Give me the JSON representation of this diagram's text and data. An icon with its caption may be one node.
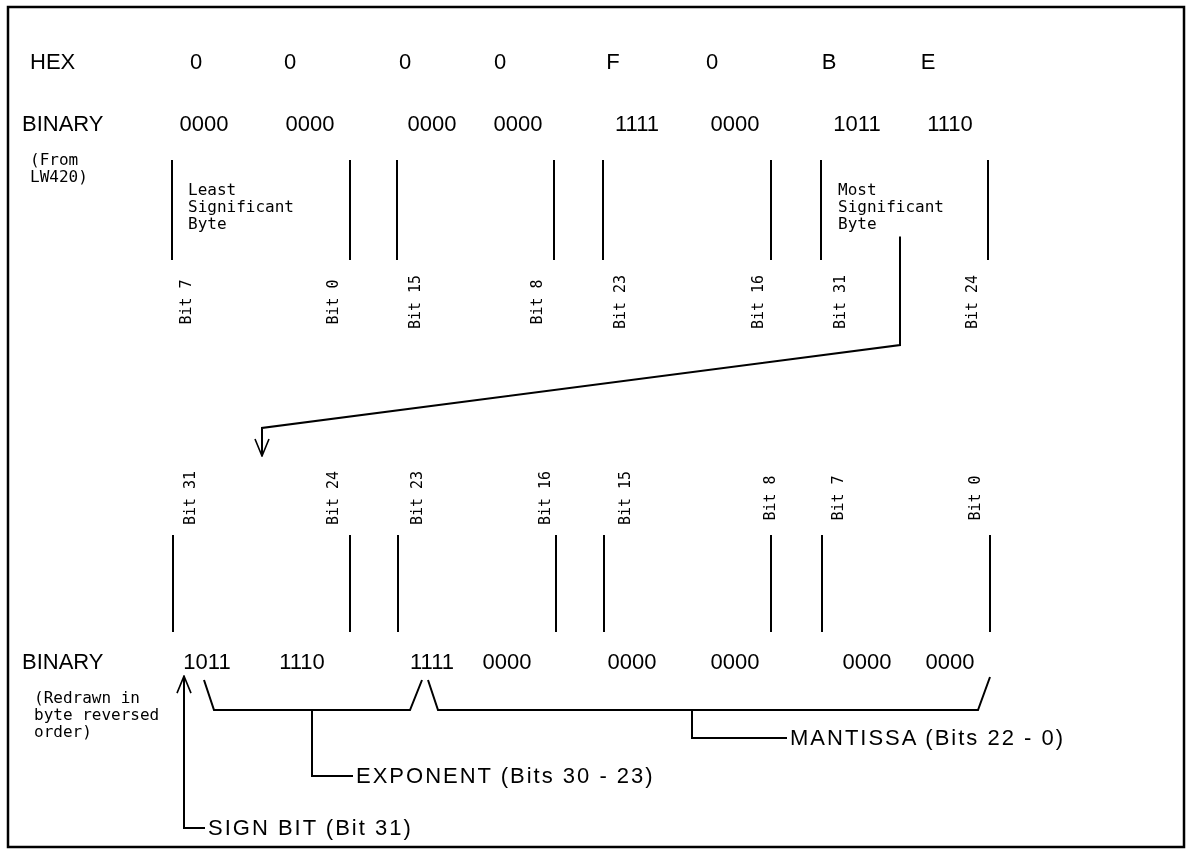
{
  "diagram": {
    "nodes": [
      {
        "text": [
          "Most Significant Byte"
        ]
      },
      {
        "text": [
          "1011"
        ]
      },
      {
        "text": [
          "SIGN BIT (Bit 31)"
        ]
      },
      {
        "text": [
          "EXPONENT (Bits 30 - 23)"
        ]
      },
      {
        "text": [
          "MANTISSA (Bits 22 - 0)"
        ]
      },
      {
        "text": [],
        "shape": "bracket"
      },
      {
        "text": [],
        "shape": "bracket"
      }
    ],
    "edges": [
      {
        "from": 0,
        "to": null,
        "arrow": "to"
      },
      {
        "from": 2,
        "to": 1,
        "arrow": "to"
      },
      {
        "from": 3,
        "to": 5,
        "arrow": "none"
      },
      {
        "from": 4,
        "to": 6,
        "arrow": "none"
      }
    ],
    "labels": [
      "HEX",
      "0",
      "0",
      "0",
      "0",
      "F",
      "0",
      "B",
      "E",
      "BINARY",
      "0000",
      "0000",
      "0000",
      "0000",
      "1111",
      "0000",
      "1011",
      "1110",
      "(From LW420)",
      "Least Significant Byte",
      "Bit 7",
      "Bit 0",
      "Bit 15",
      "Bit 8",
      "Bit 23",
      "Bit 16",
      "Bit 31",
      "Bit 24",
      "Bit 31",
      "Bit 24",
      "Bit 23",
      "Bit 16",
      "Bit 15",
      "Bit 8",
      "Bit 7",
      "Bit 0",
      "BINARY",
      "1110",
      "1111",
      "0000",
      "0000",
      "0000",
      "0000",
      "0000",
      "(Redrawn in byte reversed order)"
    ]
  }
}
